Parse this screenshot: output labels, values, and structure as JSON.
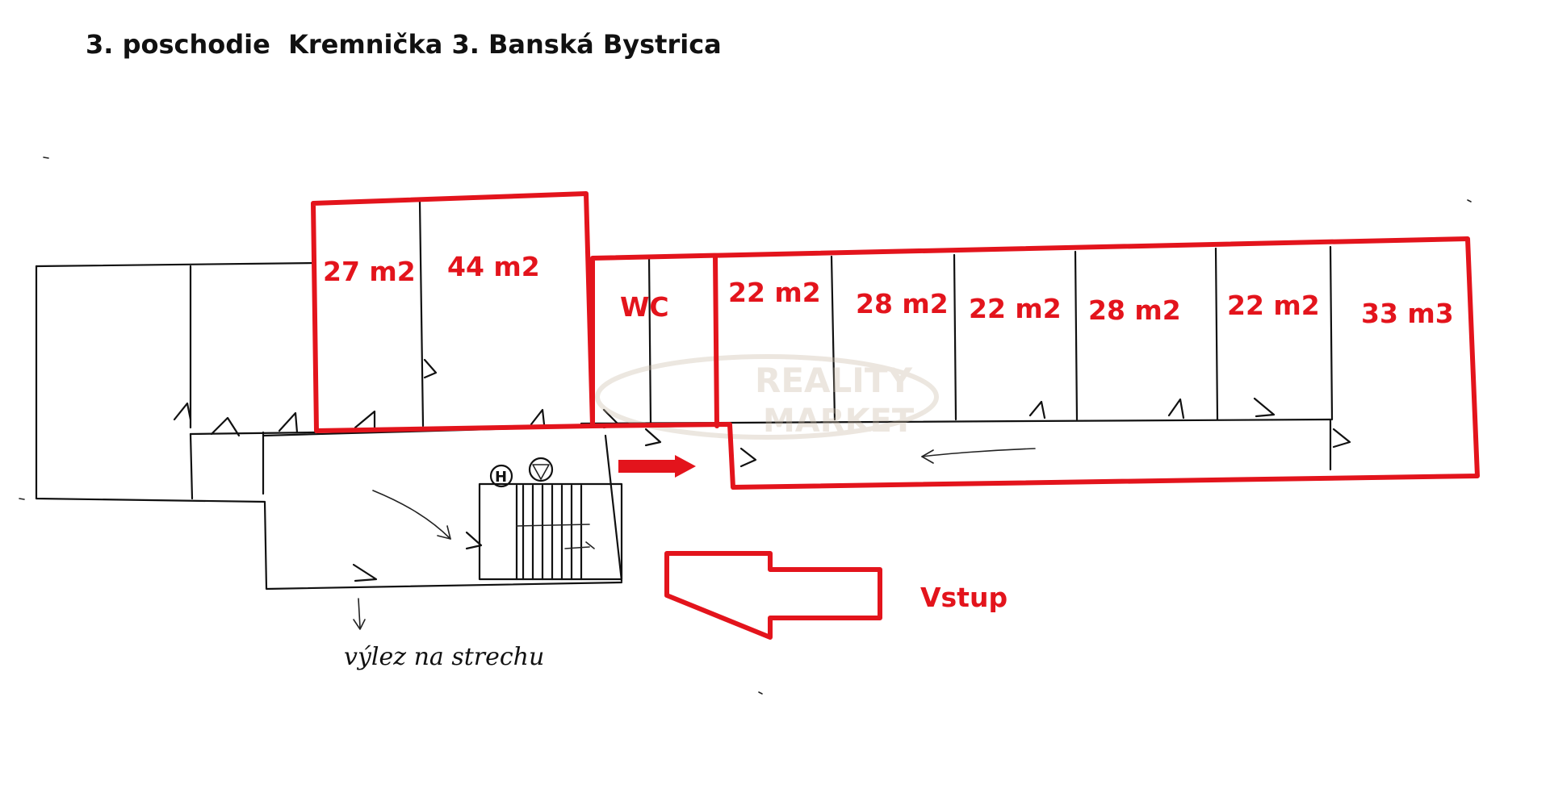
{
  "title": "3. poschodie  Kremnička 3. Banská Bystrica",
  "colors": {
    "accent_red": "#e3141c",
    "line": "#111111",
    "watermark": "#c9b9a6"
  },
  "rooms": [
    {
      "id": "r27",
      "label": "27 m2"
    },
    {
      "id": "r44",
      "label": "44 m2"
    },
    {
      "id": "wc",
      "label": "WC"
    },
    {
      "id": "r22a",
      "label": "22 m2"
    },
    {
      "id": "r28a",
      "label": "28 m2"
    },
    {
      "id": "r22b",
      "label": "22 m2"
    },
    {
      "id": "r28b",
      "label": "28 m2"
    },
    {
      "id": "r22c",
      "label": "22 m2"
    },
    {
      "id": "r33",
      "label": "33 m3"
    }
  ],
  "entrance": {
    "label": "Vstup"
  },
  "stair_symbols": {
    "h": "H",
    "v": "V"
  },
  "handwritten_note": "výlez na strechu",
  "watermark": {
    "line1": "REALITY",
    "line2": "MARKET"
  }
}
